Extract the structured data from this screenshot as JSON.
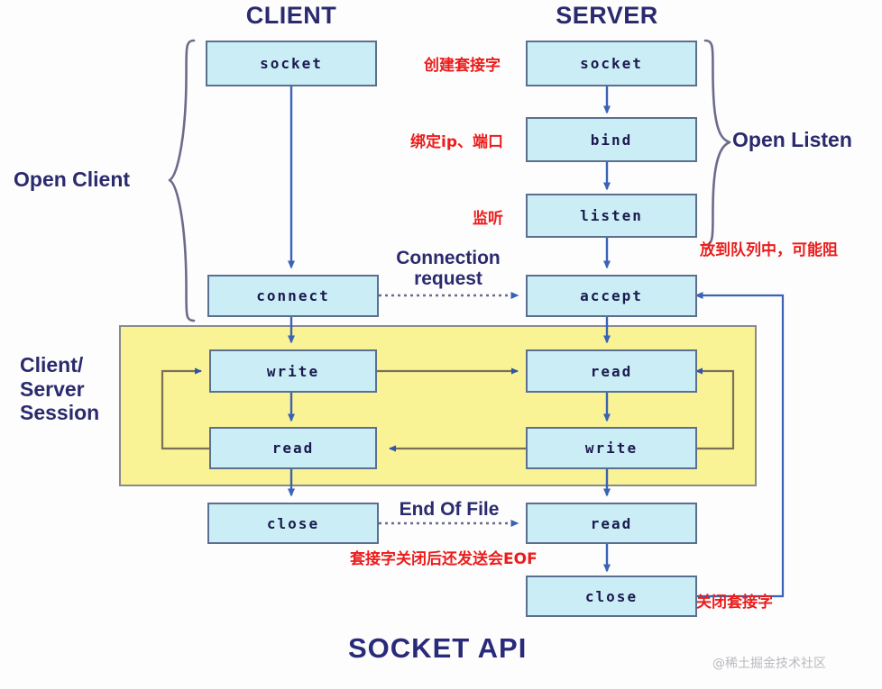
{
  "diagram": {
    "title": "SOCKET API",
    "watermark": "@稀土掘金技术社区",
    "columns": {
      "client": "CLIENT",
      "server": "SERVER"
    },
    "group_labels": {
      "open_client": "Open Client",
      "open_listen": "Open Listen",
      "session": "Client/\nServer\nSession"
    },
    "flow_labels": {
      "connection_request": "Connection\nrequest",
      "end_of_file": "End Of File"
    },
    "client_nodes": [
      {
        "id": "client-socket",
        "label": "socket"
      },
      {
        "id": "client-connect",
        "label": "connect"
      },
      {
        "id": "client-write",
        "label": "write"
      },
      {
        "id": "client-read",
        "label": "read"
      },
      {
        "id": "client-close",
        "label": "close"
      }
    ],
    "server_nodes": [
      {
        "id": "server-socket",
        "label": "socket"
      },
      {
        "id": "server-bind",
        "label": "bind"
      },
      {
        "id": "server-listen",
        "label": "listen"
      },
      {
        "id": "server-accept",
        "label": "accept"
      },
      {
        "id": "server-read",
        "label": "read"
      },
      {
        "id": "server-write",
        "label": "write"
      },
      {
        "id": "server-read2",
        "label": "read"
      },
      {
        "id": "server-close",
        "label": "close"
      }
    ],
    "annotations": [
      {
        "id": "annot-create-socket",
        "text": "创建套接字"
      },
      {
        "id": "annot-bind-ip-port",
        "text": "绑定ip、端口"
      },
      {
        "id": "annot-listen",
        "text": "监听"
      },
      {
        "id": "annot-queue-block",
        "text": "放到队列中，可能阻"
      },
      {
        "id": "annot-eof",
        "text": "套接字关闭后还发送会EOF"
      },
      {
        "id": "annot-close-socket",
        "text": "关闭套接字"
      }
    ],
    "colors": {
      "node_fill": "#cbeef6",
      "node_border": "#5b6f90",
      "session_fill": "#faf396",
      "arrow": "#3a62b5",
      "loop_line": "#7a7055",
      "text_dark": "#2a2a6e",
      "annotation_red": "#ec1c1c"
    }
  }
}
